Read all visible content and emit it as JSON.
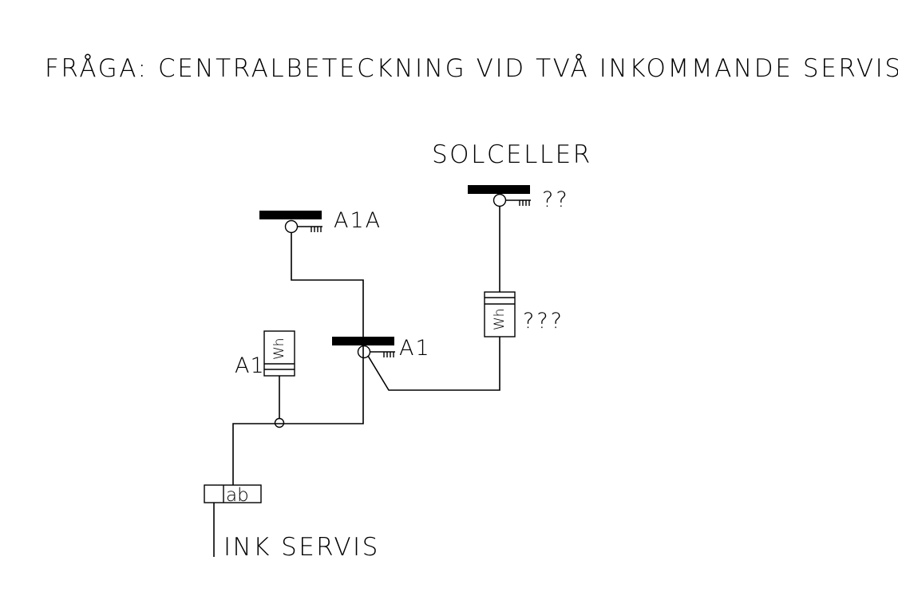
{
  "title": "FRÅGA: CENTRALBETECKNING VID TVÅ INKOMMANDE SERVISER?",
  "labels": {
    "solceller": "SOLCELLER",
    "panel_a1a": "A1A",
    "panel_solar": "??",
    "panel_a1": "A1",
    "meter_a1": "A1",
    "meter_solar": "???",
    "meter_a1_symbol": "Wh",
    "meter_solar_symbol": "Wh",
    "main_switch": "ab",
    "incoming": "INK SERVIS"
  },
  "colors": {
    "line": "#000000",
    "background": "#ffffff"
  }
}
